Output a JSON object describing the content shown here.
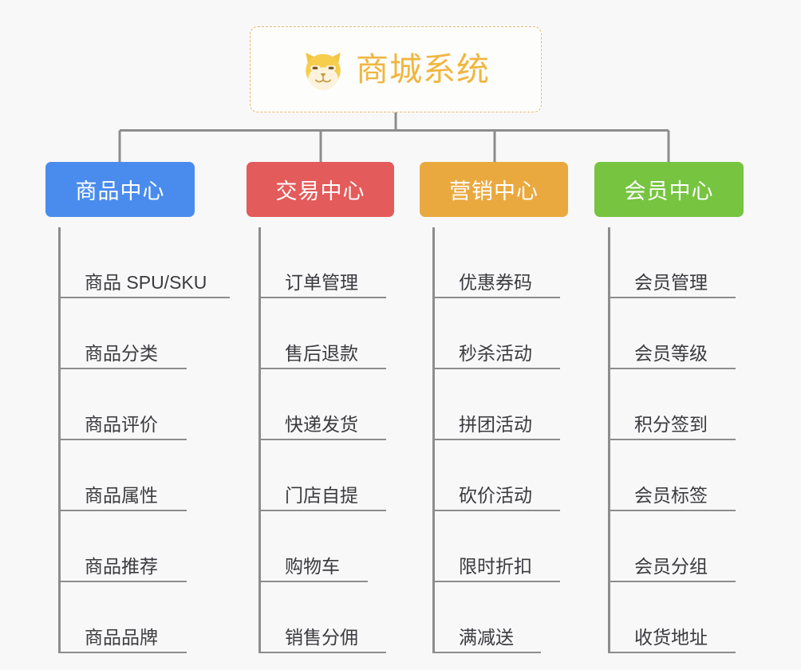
{
  "root": {
    "icon": "shiba-dog-face-icon",
    "title": "商城系统",
    "border_color": "#e8b96a",
    "title_color": "#f0b63f"
  },
  "connector": {
    "color": "#8d8d8d"
  },
  "branches": [
    {
      "label": "商品中心",
      "color": "#4a8ced",
      "items": [
        "商品 SPU/SKU",
        "商品分类",
        "商品评价",
        "商品属性",
        "商品推荐",
        "商品品牌"
      ]
    },
    {
      "label": "交易中心",
      "color": "#e45b5b",
      "items": [
        "订单管理",
        "售后退款",
        "快递发货",
        "门店自提",
        "购物车",
        "销售分佣"
      ]
    },
    {
      "label": "营销中心",
      "color": "#eaa93f",
      "items": [
        "优惠券码",
        "秒杀活动",
        "拼团活动",
        "砍价活动",
        "限时折扣",
        "满减送"
      ]
    },
    {
      "label": "会员中心",
      "color": "#76c440",
      "items": [
        "会员管理",
        "会员等级",
        "积分签到",
        "会员标签",
        "会员分组",
        "收货地址"
      ]
    }
  ]
}
